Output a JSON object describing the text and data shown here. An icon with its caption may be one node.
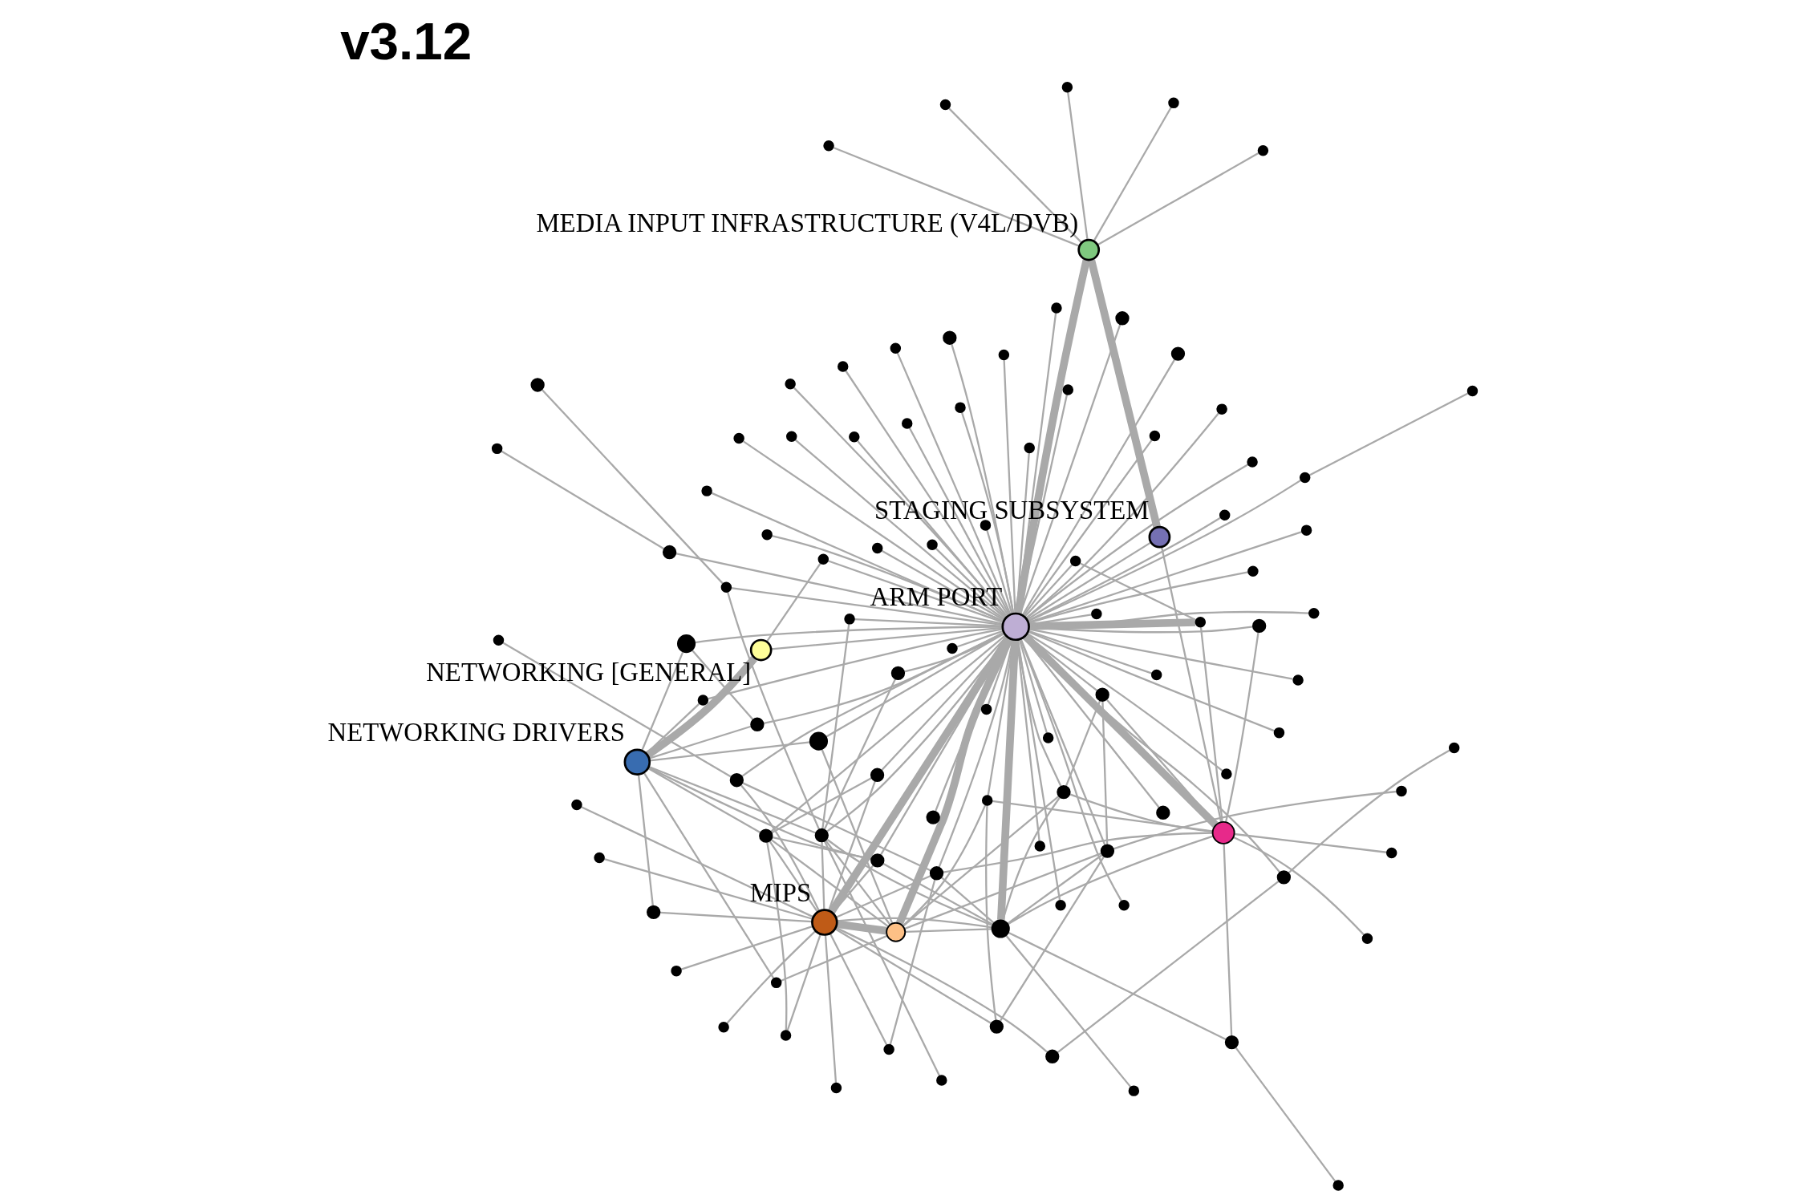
{
  "diagram": {
    "title": "v3.12",
    "nodes": [
      {
        "text": [],
        "shape": "circle"
      },
      {
        "text": [],
        "shape": "circle"
      },
      {
        "text": [],
        "shape": "circle"
      },
      {
        "text": [],
        "shape": "circle"
      },
      {
        "text": [],
        "shape": "circle"
      },
      {
        "text": [],
        "shape": "circle"
      },
      {
        "text": [],
        "shape": "circle"
      },
      {
        "text": [],
        "shape": "circle"
      },
      {
        "text": [],
        "shape": "circle"
      },
      {
        "text": [],
        "shape": "circle"
      },
      {
        "text": [],
        "shape": "circle"
      },
      {
        "text": [],
        "shape": "circle"
      },
      {
        "text": [],
        "shape": "circle"
      },
      {
        "text": [],
        "shape": "circle"
      },
      {
        "text": [],
        "shape": "circle"
      },
      {
        "text": [],
        "shape": "circle"
      },
      {
        "text": [],
        "shape": "circle"
      },
      {
        "text": [],
        "shape": "circle"
      },
      {
        "text": [],
        "shape": "circle"
      },
      {
        "text": [],
        "shape": "circle"
      },
      {
        "text": [],
        "shape": "circle"
      },
      {
        "text": [],
        "shape": "circle"
      },
      {
        "text": [],
        "shape": "circle"
      },
      {
        "text": [],
        "shape": "circle"
      },
      {
        "text": [],
        "shape": "circle"
      },
      {
        "text": [],
        "shape": "circle"
      },
      {
        "text": [],
        "shape": "circle"
      },
      {
        "text": [],
        "shape": "circle"
      },
      {
        "text": [],
        "shape": "circle"
      },
      {
        "text": [
          "MEDIA INPUT INFRASTRUCTURE (V4L/DVB)"
        ]
      },
      {
        "text": [],
        "shape": "circle"
      },
      {
        "text": [],
        "shape": "circle"
      },
      {
        "text": [],
        "shape": "circle"
      },
      {
        "text": [],
        "shape": "circle"
      },
      {
        "text": [],
        "shape": "circle"
      },
      {
        "text": [],
        "shape": "circle"
      },
      {
        "text": [],
        "shape": "circle"
      },
      {
        "text": [],
        "shape": "circle"
      },
      {
        "text": [
          "ARM PORT"
        ]
      },
      {
        "text": [],
        "shape": "circle"
      },
      {
        "text": [
          "STAGING SUBSYSTEM"
        ]
      },
      {
        "text": [],
        "shape": "circle"
      },
      {
        "text": [],
        "shape": "circle"
      },
      {
        "text": [],
        "shape": "circle"
      },
      {
        "text": [],
        "shape": "circle"
      },
      {
        "text": [],
        "shape": "circle"
      },
      {
        "text": [],
        "shape": "circle"
      },
      {
        "text": [],
        "shape": "circle"
      },
      {
        "text": [],
        "shape": "circle"
      },
      {
        "text": [],
        "shape": "circle"
      },
      {
        "text": [],
        "shape": "circle"
      },
      {
        "text": [],
        "shape": "circle"
      },
      {
        "text": [],
        "shape": "circle"
      },
      {
        "text": [],
        "shape": "circle"
      },
      {
        "text": [],
        "shape": "circle"
      },
      {
        "text": [],
        "shape": "circle"
      },
      {
        "text": [],
        "shape": "circle"
      },
      {
        "text": [],
        "shape": "circle"
      },
      {
        "text": [],
        "shape": "circle"
      },
      {
        "text": [],
        "shape": "circle"
      },
      {
        "text": [],
        "shape": "circle"
      },
      {
        "text": [],
        "shape": "circle"
      },
      {
        "text": [],
        "shape": "circle"
      },
      {
        "text": [],
        "shape": "circle"
      },
      {
        "text": [],
        "shape": "circle"
      },
      {
        "text": [
          "NETWORKING [GENERAL]"
        ]
      },
      {
        "text": [],
        "shape": "circle"
      },
      {
        "text": [],
        "shape": "circle"
      },
      {
        "text": [],
        "shape": "circle"
      },
      {
        "text": [],
        "shape": "circle"
      },
      {
        "text": [],
        "shape": "circle"
      },
      {
        "text": [
          "MIPS"
        ]
      },
      {
        "text": [],
        "shape": "circle"
      },
      {
        "text": [],
        "shape": "circle"
      },
      {
        "text": [],
        "shape": "circle"
      },
      {
        "text": [],
        "shape": "circle"
      },
      {
        "text": [],
        "shape": "circle"
      },
      {
        "text": [],
        "shape": "circle"
      },
      {
        "text": [],
        "shape": "circle"
      },
      {
        "text": [],
        "shape": "circle"
      },
      {
        "text": [],
        "shape": "circle"
      },
      {
        "text": [],
        "shape": "circle"
      },
      {
        "text": [],
        "shape": "circle"
      },
      {
        "text": [
          "NETWORKING DRIVERS"
        ]
      },
      {
        "text": [],
        "shape": "circle"
      },
      {
        "text": [],
        "shape": "circle"
      },
      {
        "text": [],
        "shape": "circle"
      },
      {
        "text": [],
        "shape": "circle"
      },
      {
        "text": [],
        "shape": "circle"
      },
      {
        "text": [],
        "shape": "circle"
      },
      {
        "text": [],
        "shape": "circle"
      },
      {
        "text": [],
        "shape": "circle"
      },
      {
        "text": [],
        "shape": "circle"
      },
      {
        "text": [],
        "shape": "circle"
      },
      {
        "text": [],
        "shape": "circle"
      },
      {
        "text": [],
        "shape": "circle"
      },
      {
        "text": [],
        "shape": "circle"
      },
      {
        "text": [],
        "shape": "circle"
      },
      {
        "text": [],
        "shape": "circle"
      },
      {
        "text": [],
        "shape": "circle"
      },
      {
        "text": [],
        "shape": "circle"
      }
    ],
    "edges": [
      {
        "from": 38,
        "to": 2,
        "arrow": "none"
      },
      {
        "from": 38,
        "to": 6,
        "arrow": "none"
      },
      {
        "from": 38,
        "to": 5,
        "arrow": "none"
      },
      {
        "from": 38,
        "to": 8,
        "arrow": "none"
      },
      {
        "from": 38,
        "to": 11,
        "arrow": "none"
      },
      {
        "from": 38,
        "to": 10,
        "arrow": "none"
      },
      {
        "from": 38,
        "to": 4,
        "arrow": "none"
      },
      {
        "from": 38,
        "to": 9,
        "arrow": "none"
      },
      {
        "from": 38,
        "to": 14,
        "arrow": "none"
      },
      {
        "from": 38,
        "to": 16,
        "arrow": "none"
      },
      {
        "from": 38,
        "to": 19,
        "arrow": "none"
      },
      {
        "from": 38,
        "to": 21,
        "arrow": "none"
      },
      {
        "from": 38,
        "to": 20,
        "arrow": "none"
      },
      {
        "from": 38,
        "to": 22,
        "arrow": "none"
      },
      {
        "from": 38,
        "to": 24,
        "arrow": "none"
      },
      {
        "from": 38,
        "to": 26,
        "arrow": "none"
      },
      {
        "from": 38,
        "to": 32,
        "arrow": "none"
      },
      {
        "from": 38,
        "to": 34,
        "arrow": "none"
      },
      {
        "from": 38,
        "to": 36,
        "arrow": "none"
      },
      {
        "from": 38,
        "to": 39,
        "arrow": "none"
      },
      {
        "from": 38,
        "to": 41,
        "arrow": "none"
      },
      {
        "from": 38,
        "to": 42,
        "arrow": "none"
      },
      {
        "from": 38,
        "to": 44,
        "arrow": "none"
      },
      {
        "from": 38,
        "to": 45,
        "arrow": "none"
      },
      {
        "from": 38,
        "to": 47,
        "arrow": "none"
      },
      {
        "from": 38,
        "to": 51,
        "arrow": "none"
      },
      {
        "from": 38,
        "to": 57,
        "arrow": "none"
      },
      {
        "from": 38,
        "to": 53,
        "arrow": "none"
      },
      {
        "from": 38,
        "to": 66,
        "arrow": "none"
      },
      {
        "from": 38,
        "to": 75,
        "arrow": "none"
      },
      {
        "from": 38,
        "to": 78,
        "arrow": "none"
      },
      {
        "from": 38,
        "to": 86,
        "arrow": "none"
      },
      {
        "from": 38,
        "to": 84,
        "arrow": "none"
      },
      {
        "from": 2,
        "to": 0,
        "arrow": "none"
      },
      {
        "from": 86,
        "to": 91,
        "arrow": "none"
      },
      {
        "from": 38,
        "to": 3,
        "arrow": "none"
      },
      {
        "from": 38,
        "to": 7,
        "arrow": "none"
      },
      {
        "from": 38,
        "to": 17,
        "arrow": "none"
      },
      {
        "from": 38,
        "to": 25,
        "arrow": "none"
      },
      {
        "from": 38,
        "to": 23,
        "arrow": "none"
      },
      {
        "from": 38,
        "to": 28,
        "arrow": "none"
      },
      {
        "from": 38,
        "to": 31,
        "arrow": "none"
      },
      {
        "from": 38,
        "to": 15,
        "arrow": "none"
      },
      {
        "from": 38,
        "to": 35,
        "arrow": "none"
      },
      {
        "from": 38,
        "to": 37,
        "arrow": "none"
      },
      {
        "from": 38,
        "to": 43,
        "arrow": "none"
      },
      {
        "from": 3,
        "to": 1,
        "arrow": "none"
      },
      {
        "from": 38,
        "to": 30,
        "arrow": "none",
        "style": "thick"
      },
      {
        "from": 38,
        "to": 29,
        "arrow": "none",
        "style": "thick"
      },
      {
        "from": 15,
        "to": 30,
        "arrow": "none"
      },
      {
        "from": 30,
        "to": 58,
        "arrow": "none"
      },
      {
        "from": 38,
        "to": 40,
        "arrow": "none"
      },
      {
        "from": 29,
        "to": 40,
        "arrow": "none",
        "style": "thick"
      },
      {
        "from": 40,
        "to": 58,
        "arrow": "none"
      },
      {
        "from": 43,
        "to": 58,
        "arrow": "none"
      },
      {
        "from": 29,
        "to": 12,
        "arrow": "none"
      },
      {
        "from": 29,
        "to": 13,
        "arrow": "none"
      },
      {
        "from": 29,
        "to": 18,
        "arrow": "none"
      },
      {
        "from": 29,
        "to": 27,
        "arrow": "none"
      },
      {
        "from": 29,
        "to": 33,
        "arrow": "none"
      },
      {
        "from": 38,
        "to": 58,
        "arrow": "none",
        "style": "thick"
      },
      {
        "from": 38,
        "to": 50,
        "arrow": "none"
      },
      {
        "from": 38,
        "to": 48,
        "arrow": "none"
      },
      {
        "from": 38,
        "to": 54,
        "arrow": "none"
      },
      {
        "from": 38,
        "to": 59,
        "arrow": "none"
      },
      {
        "from": 38,
        "to": 64,
        "arrow": "none"
      },
      {
        "from": 38,
        "to": 69,
        "arrow": "none"
      },
      {
        "from": 38,
        "to": 63,
        "arrow": "none"
      },
      {
        "from": 38,
        "to": 70,
        "arrow": "none"
      },
      {
        "from": 38,
        "to": 73,
        "arrow": "none"
      },
      {
        "from": 38,
        "to": 80,
        "arrow": "none"
      },
      {
        "from": 38,
        "to": 85,
        "arrow": "none"
      },
      {
        "from": 38,
        "to": 92,
        "arrow": "none"
      },
      {
        "from": 38,
        "to": 65,
        "arrow": "none"
      },
      {
        "from": 38,
        "to": 55,
        "arrow": "none"
      },
      {
        "from": 38,
        "to": 60,
        "arrow": "none"
      },
      {
        "from": 38,
        "to": 67,
        "arrow": "none"
      },
      {
        "from": 38,
        "to": 74,
        "arrow": "none"
      },
      {
        "from": 38,
        "to": 98,
        "arrow": "none"
      },
      {
        "from": 38,
        "to": 96,
        "arrow": "none"
      },
      {
        "from": 38,
        "to": 82,
        "arrow": "none"
      },
      {
        "from": 38,
        "to": 94,
        "arrow": "none",
        "style": "thick"
      },
      {
        "from": 38,
        "to": 95,
        "arrow": "none",
        "style": "thick"
      },
      {
        "from": 38,
        "to": 71,
        "arrow": "none",
        "style": "thick"
      },
      {
        "from": 65,
        "to": 59,
        "arrow": "none"
      },
      {
        "from": 65,
        "to": 83,
        "arrow": "none",
        "style": "thick"
      },
      {
        "from": 83,
        "to": 69,
        "arrow": "none"
      },
      {
        "from": 83,
        "to": 70,
        "arrow": "none"
      },
      {
        "from": 83,
        "to": 87,
        "arrow": "none"
      },
      {
        "from": 83,
        "to": 89,
        "arrow": "none"
      },
      {
        "from": 83,
        "to": 80,
        "arrow": "none"
      },
      {
        "from": 83,
        "to": 85,
        "arrow": "none"
      },
      {
        "from": 83,
        "to": 82,
        "arrow": "none"
      },
      {
        "from": 83,
        "to": 73,
        "arrow": "none"
      },
      {
        "from": 48,
        "to": 49,
        "arrow": "none"
      },
      {
        "from": 48,
        "to": 52,
        "arrow": "none"
      },
      {
        "from": 49,
        "to": 71,
        "arrow": "none"
      },
      {
        "from": 71,
        "to": 63,
        "arrow": "none"
      },
      {
        "from": 71,
        "to": 62,
        "arrow": "none"
      },
      {
        "from": 71,
        "to": 61,
        "arrow": "none"
      },
      {
        "from": 71,
        "to": 70,
        "arrow": "none"
      },
      {
        "from": 71,
        "to": 76,
        "arrow": "none"
      },
      {
        "from": 71,
        "to": 77,
        "arrow": "none"
      },
      {
        "from": 71,
        "to": 79,
        "arrow": "none"
      },
      {
        "from": 71,
        "to": 82,
        "arrow": "none"
      },
      {
        "from": 71,
        "to": 87,
        "arrow": "none"
      },
      {
        "from": 71,
        "to": 88,
        "arrow": "none"
      },
      {
        "from": 71,
        "to": 56,
        "arrow": "none"
      },
      {
        "from": 71,
        "to": 81,
        "arrow": "none"
      },
      {
        "from": 71,
        "to": 74,
        "arrow": "none"
      },
      {
        "from": 71,
        "to": 60,
        "arrow": "none"
      },
      {
        "from": 74,
        "to": 72,
        "arrow": "none"
      },
      {
        "from": 71,
        "to": 94,
        "arrow": "none",
        "style": "thick"
      },
      {
        "from": 71,
        "to": 95,
        "arrow": "none"
      },
      {
        "from": 71,
        "to": 96,
        "arrow": "none"
      },
      {
        "from": 63,
        "to": 70,
        "arrow": "none"
      },
      {
        "from": 70,
        "to": 77,
        "arrow": "none"
      },
      {
        "from": 70,
        "to": 94,
        "arrow": "none"
      },
      {
        "from": 70,
        "to": 82,
        "arrow": "none"
      },
      {
        "from": 82,
        "to": 95,
        "arrow": "none"
      },
      {
        "from": 88,
        "to": 98,
        "arrow": "none"
      },
      {
        "from": 88,
        "to": 92,
        "arrow": "none"
      },
      {
        "from": 89,
        "to": 94,
        "arrow": "none"
      },
      {
        "from": 92,
        "to": 94,
        "arrow": "none"
      },
      {
        "from": 92,
        "to": 58,
        "arrow": "none"
      },
      {
        "from": 73,
        "to": 80,
        "arrow": "none"
      },
      {
        "from": 85,
        "to": 94,
        "arrow": "none"
      },
      {
        "from": 94,
        "to": 95,
        "arrow": "none"
      },
      {
        "from": 94,
        "to": 98,
        "arrow": "none"
      },
      {
        "from": 94,
        "to": 96,
        "arrow": "none"
      },
      {
        "from": 95,
        "to": 58,
        "arrow": "none"
      },
      {
        "from": 95,
        "to": 60,
        "arrow": "none"
      },
      {
        "from": 95,
        "to": 55,
        "arrow": "none"
      },
      {
        "from": 95,
        "to": 90,
        "arrow": "none"
      },
      {
        "from": 95,
        "to": 97,
        "arrow": "none"
      },
      {
        "from": 95,
        "to": 98,
        "arrow": "none"
      },
      {
        "from": 95,
        "to": 96,
        "arrow": "none"
      },
      {
        "from": 96,
        "to": 99,
        "arrow": "none"
      },
      {
        "from": 96,
        "to": 78,
        "arrow": "none"
      },
      {
        "from": 96,
        "to": 86,
        "arrow": "none"
      },
      {
        "from": 96,
        "to": 84,
        "arrow": "none"
      },
      {
        "from": 96,
        "to": 83,
        "arrow": "none"
      },
      {
        "from": 98,
        "to": 100,
        "arrow": "none"
      },
      {
        "from": 98,
        "to": 67,
        "arrow": "none"
      },
      {
        "from": 81,
        "to": 60,
        "arrow": "none"
      },
      {
        "from": 55,
        "to": 67,
        "arrow": "none"
      },
      {
        "from": 60,
        "to": 74,
        "arrow": "none"
      },
      {
        "from": 67,
        "to": 58,
        "arrow": "none"
      },
      {
        "from": 55,
        "to": 58,
        "arrow": "none"
      },
      {
        "from": 60,
        "to": 58,
        "arrow": "none"
      },
      {
        "from": 58,
        "to": 46,
        "arrow": "none"
      },
      {
        "from": 58,
        "to": 68,
        "arrow": "none"
      },
      {
        "from": 58,
        "to": 90,
        "arrow": "none"
      },
      {
        "from": 90,
        "to": 93,
        "arrow": "none"
      },
      {
        "from": 55,
        "to": 94,
        "arrow": "none"
      }
    ]
  }
}
